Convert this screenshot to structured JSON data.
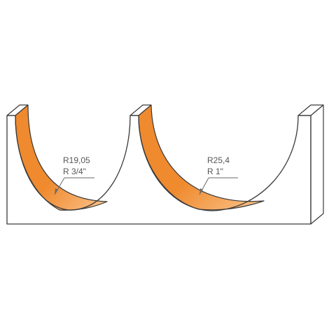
{
  "colors": {
    "background": "#ffffff",
    "outline": "#3a3a3a",
    "groove_orange": "#ef8a2e",
    "groove_light": "#fbc58e",
    "leader": "#6a6a6a"
  },
  "profiles": [
    {
      "radius_metric": "R19,05",
      "radius_imperial": "R 3/4\""
    },
    {
      "radius_metric": "R25,4",
      "radius_imperial": "R 1\""
    }
  ]
}
